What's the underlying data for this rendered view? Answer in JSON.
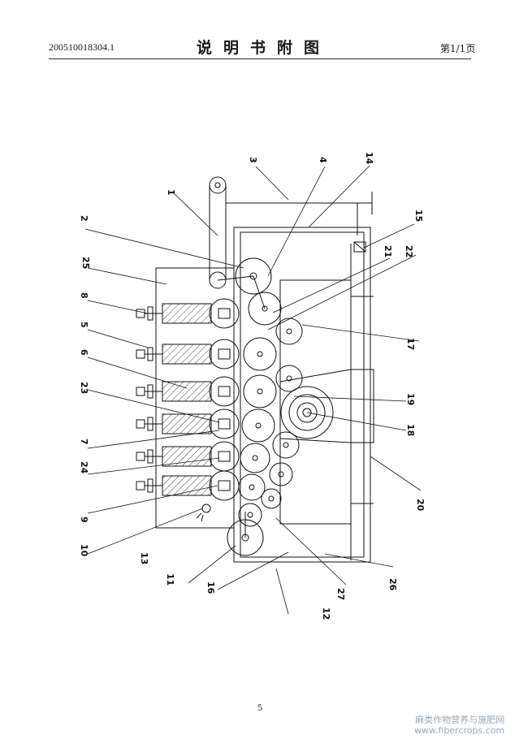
{
  "header": {
    "application_number": "200510018304.1",
    "title": "说明书附图",
    "page_indicator": "第1/1页"
  },
  "figure": {
    "labels": [
      "1",
      "2",
      "3",
      "4",
      "5",
      "6",
      "7",
      "8",
      "9",
      "10",
      "11",
      "12",
      "13",
      "14",
      "15",
      "16",
      "17",
      "18",
      "19",
      "20",
      "21",
      "22",
      "23",
      "24",
      "25",
      "26",
      "27"
    ]
  },
  "footer": {
    "page_number": "5"
  },
  "watermark": {
    "line1": "麻类作物营养与施肥网",
    "line2": "www.fibercrops.com"
  }
}
